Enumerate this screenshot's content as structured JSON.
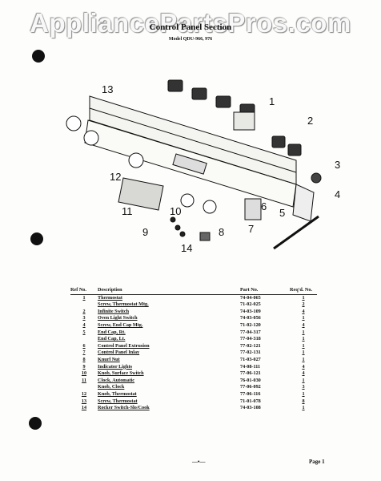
{
  "watermark": "AppliancePartsPros.com",
  "title": "Control Panel Section",
  "subtitle": "Model QDU-966, 976",
  "callouts": [
    "1",
    "2",
    "3",
    "4",
    "5",
    "6",
    "7",
    "8",
    "9",
    "10",
    "11",
    "12",
    "13",
    "14"
  ],
  "table": {
    "headers": {
      "ref": "Ref No.",
      "description": "Description",
      "part": "Part No.",
      "req": "Req'd. No."
    },
    "rows": [
      {
        "ref": "1",
        "description": "Thermostat",
        "part": "74-04-065",
        "req": "1"
      },
      {
        "ref": "",
        "description": "Screw, Thermostat Mtg.",
        "part": "71-02-025",
        "req": "2"
      },
      {
        "ref": "2",
        "description": "Infinite Switch",
        "part": "74-03-109",
        "req": "4"
      },
      {
        "ref": "3",
        "description": "Oven Light Switch",
        "part": "74-03-056",
        "req": "1"
      },
      {
        "ref": "4",
        "description": "Screw, End Cap Mtg.",
        "part": "71-02-120",
        "req": "4"
      },
      {
        "ref": "5",
        "description": "End Cap, Rt.",
        "part": "77-04-317",
        "req": "1"
      },
      {
        "ref": "",
        "description": "End Cap, Lt.",
        "part": "77-04-318",
        "req": "1"
      },
      {
        "ref": "6",
        "description": "Control Panel Extrusion",
        "part": "77-02-121",
        "req": "1"
      },
      {
        "ref": "7",
        "description": "Control Panel Inlay",
        "part": "77-02-131",
        "req": "1"
      },
      {
        "ref": "8",
        "description": "Knurl Nut",
        "part": "71-03-027",
        "req": "1"
      },
      {
        "ref": "9",
        "description": "Indicator Lights",
        "part": "74-08-111",
        "req": "4"
      },
      {
        "ref": "10",
        "description": "Knob, Surface Switch",
        "part": "77-06-121",
        "req": "4"
      },
      {
        "ref": "11",
        "description": "Clock, Automatic",
        "part": "76-01-030",
        "req": "1"
      },
      {
        "ref": "",
        "description": "Knob, Clock",
        "part": "77-06-092",
        "req": "3"
      },
      {
        "ref": "12",
        "description": "Knob, Thermostat",
        "part": "77-06-116",
        "req": "1"
      },
      {
        "ref": "13",
        "description": "Screw, Thermostat",
        "part": "71-01-078",
        "req": "8"
      },
      {
        "ref": "14",
        "description": "Rocker Switch-Slo/Cook",
        "part": "74-03-108",
        "req": "1"
      }
    ]
  },
  "footer": {
    "mark": "—•—",
    "page": "Page 1"
  }
}
